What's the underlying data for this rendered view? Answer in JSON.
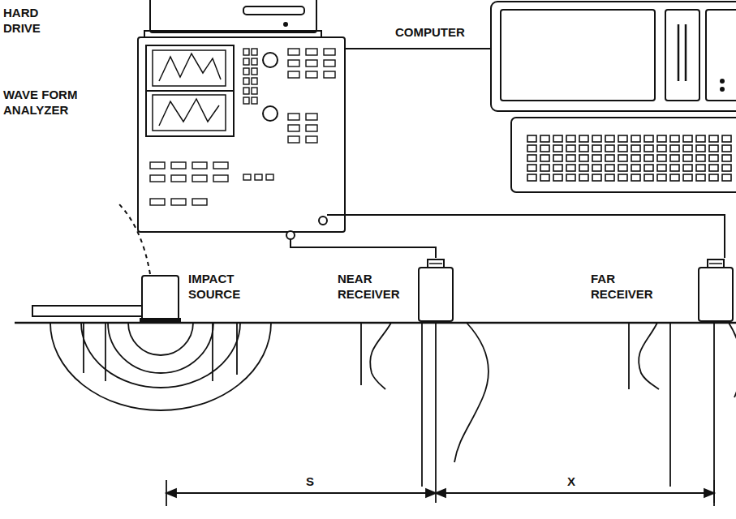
{
  "diagram": {
    "labels": [
      "HARD DRIVE",
      "COMPUTER",
      "WAVE FORM ANALYZER",
      "IMPACT SOURCE",
      "NEAR RECEIVER",
      "FAR RECEIVER",
      "S",
      "X"
    ]
  }
}
